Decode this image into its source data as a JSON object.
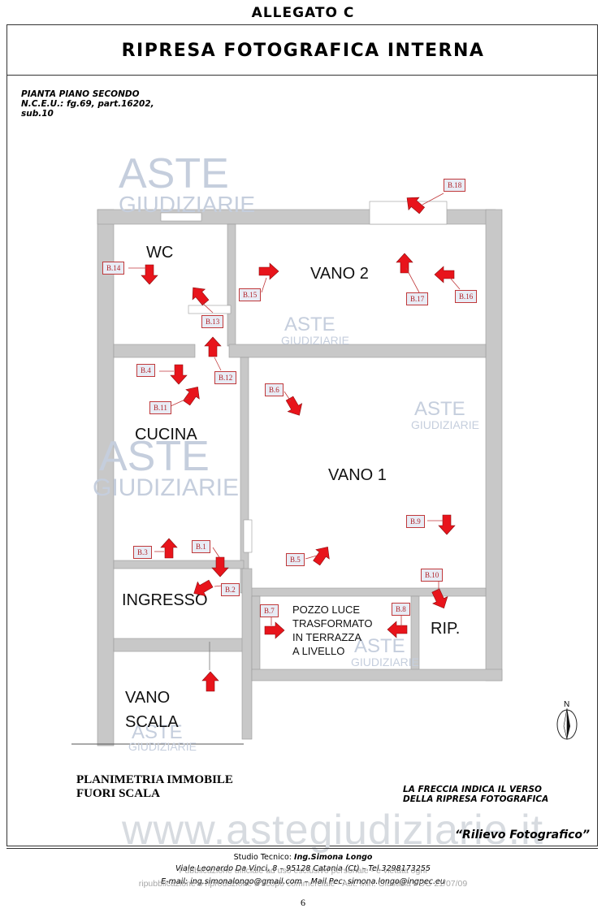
{
  "header": {
    "allegato": "ALLEGATO C",
    "banner_title": "RIPRESA FOTOGRAFICA INTERNA"
  },
  "plan_reference": "PIANTA PIANO SECONDO\nN.C.E.U.: fg.69, part.16202,\nsub.10",
  "rooms": {
    "wc": "WC",
    "vano2": "VANO 2",
    "cucina": "CUCINA",
    "vano1": "VANO 1",
    "ingresso": "INGRESSO",
    "pozzo": "POZZO LUCE\nTRASFORMATO\nIN TERRAZZA\nA LIVELLO",
    "rip": "RIP.",
    "vano_scala": "VANO\nSCALA"
  },
  "photo_labels": [
    "B.1",
    "B.2",
    "B.3",
    "B.4",
    "B.5",
    "B.6",
    "B.7",
    "B.8",
    "B.9",
    "B.10",
    "B.11",
    "B.12",
    "B.13",
    "B.14",
    "B.15",
    "B.16",
    "B.17",
    "B.18"
  ],
  "north_label": "N",
  "watermark": {
    "aste": "ASTE",
    "giudiziarie": "GIUDIZIARIE",
    "site": "www.astegiudiziarie.it"
  },
  "plan_caption": "PLANIMETRIA IMMOBILE\nFUORI SCALA",
  "legend": "LA FRECCIA INDICA IL VERSO\nDELLA RIPRESA FOTOGRAFICA",
  "rilievo": "“Rilievo Fotografico”",
  "footer": {
    "studio_prefix": "Studio Tecnico: ",
    "studio_name": "Ing.Simona Longo",
    "address": "Viale Leonardo Da Vinci, 8 – 95128 Catania (Ct) – Tel.3298173255",
    "email": "E-mail: ing.simonalongo@gmail.com – Mail Pec: simona.longo@ingpec.eu",
    "wm_line1": "Pubblicazione ufficiale ad uso esclusivo personale - è vietata ogni",
    "wm_line2": "ripubblicazione o riproduzione a scopo commerciale - Aut. Min. Giustizia PDG 21/07/09",
    "page_number": "6"
  },
  "colors": {
    "arrow": "#e8141b",
    "wall": "#c8c8c8",
    "label_border": "#c0393b",
    "watermark": "#c5cedd"
  }
}
